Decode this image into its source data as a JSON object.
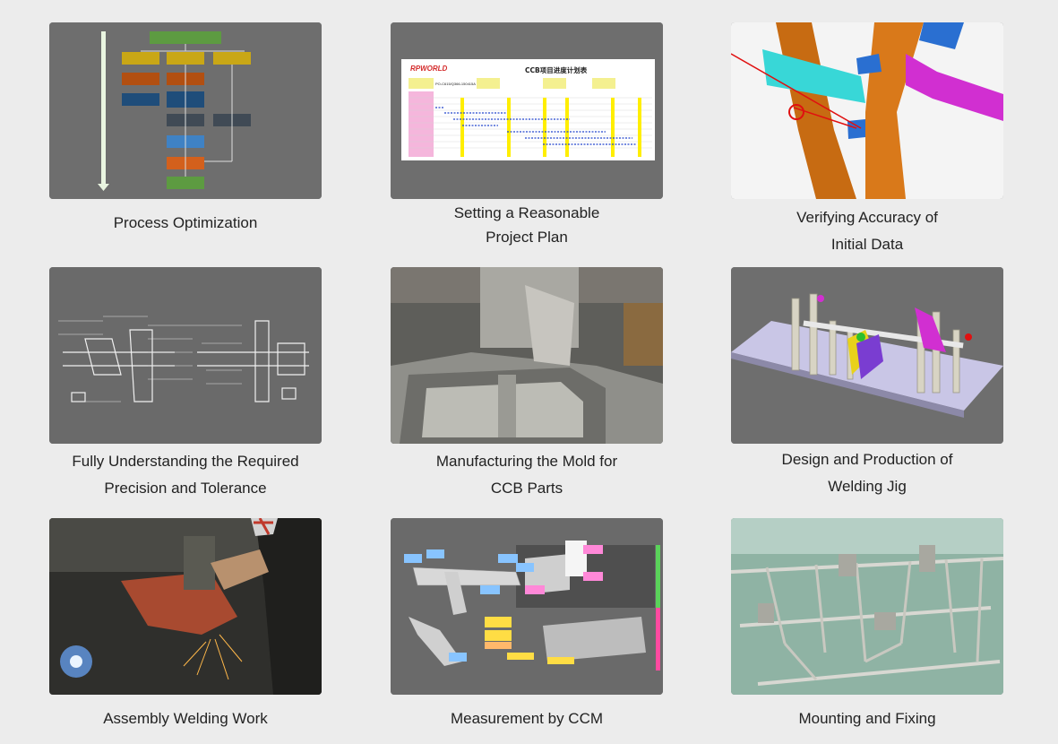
{
  "cards": [
    {
      "id": "process-optimization",
      "lines": [
        "Process Optimization"
      ]
    },
    {
      "id": "project-plan",
      "lines": [
        "Setting a Reasonable",
        "Project Plan"
      ],
      "image_text": {
        "logo": "RPWORLD",
        "heading": "CCB项目进度计划表",
        "project_no": "PO-C615/Q366-150415A"
      }
    },
    {
      "id": "initial-data",
      "lines": [
        "Verifying Accuracy of",
        "Initial Data"
      ]
    },
    {
      "id": "precision-tolerance",
      "lines": [
        "Fully Understanding the Required",
        "Precision and Tolerance"
      ]
    },
    {
      "id": "mold-manufacturing",
      "lines": [
        "Manufacturing the Mold for",
        "CCB Parts"
      ]
    },
    {
      "id": "welding-jig",
      "lines": [
        "Design and Production of",
        "Welding Jig"
      ]
    },
    {
      "id": "assembly-welding",
      "lines": [
        "Assembly Welding Work"
      ]
    },
    {
      "id": "ccm-measurement",
      "lines": [
        "Measurement by CCM"
      ]
    },
    {
      "id": "mounting-fixing",
      "lines": [
        "Mounting and Fixing"
      ]
    }
  ],
  "colors": {
    "background": "#ececec",
    "card_bg": "#707070",
    "caption_text": "#222222"
  }
}
